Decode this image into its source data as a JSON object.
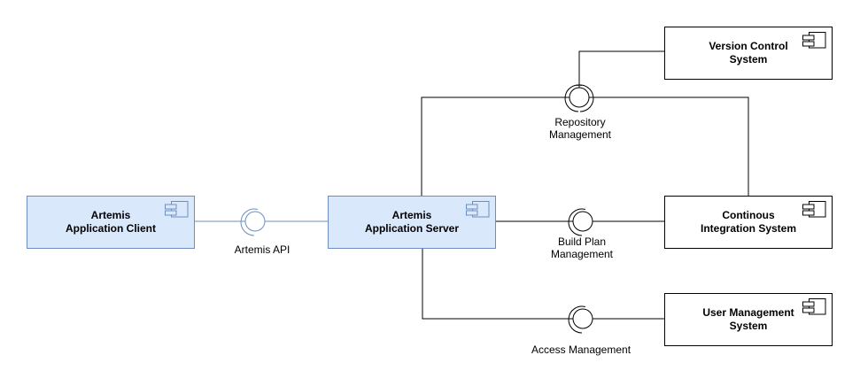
{
  "diagram_type": "uml-component-diagram",
  "components": {
    "client": {
      "label": "Artemis\nApplication Client"
    },
    "server": {
      "label": "Artemis\nApplication Server"
    },
    "vcs": {
      "label": "Version Control\nSystem"
    },
    "cis": {
      "label": "Continous\nIntegration System"
    },
    "ums": {
      "label": "User Management\nSystem"
    }
  },
  "interfaces": {
    "artemis_api": {
      "label": "Artemis API"
    },
    "repository_management": {
      "label": "Repository\nManagement"
    },
    "build_plan_management": {
      "label": "Build Plan\nManagement"
    },
    "access_management": {
      "label": "Access Management"
    }
  },
  "icons": {
    "component": "uml-component-icon",
    "provided_interface": "interface-ball-icon",
    "required_interface": "interface-socket-icon"
  },
  "colors": {
    "artemis_fill": "#dae8fc",
    "artemis_stroke": "#6c8ebf",
    "external_fill": "#ffffff",
    "external_stroke": "#000000",
    "connector": "#000000",
    "api_connector": "#6c8ebf",
    "label_text": "#000000"
  }
}
